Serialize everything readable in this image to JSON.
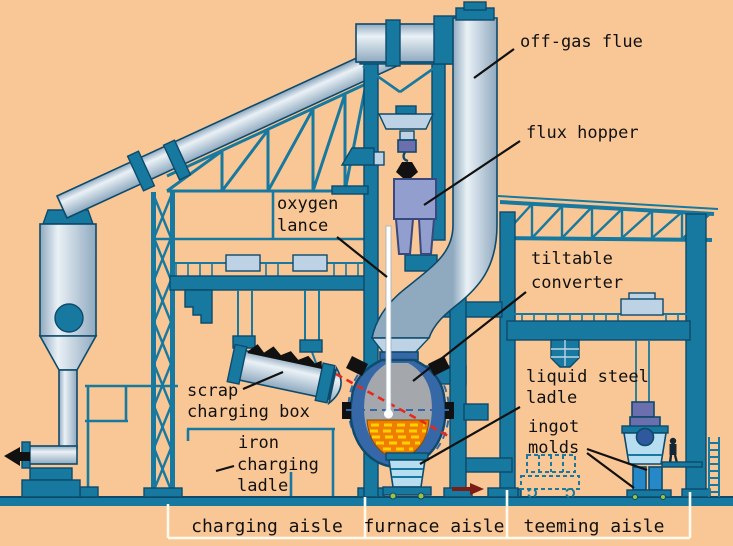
{
  "labels": {
    "off_gas_flue": "off-gas flue",
    "flux_hopper": "flux hopper",
    "oxygen_lance": [
      "oxygen",
      "lance"
    ],
    "tiltable_converter": [
      "tiltable",
      "converter"
    ],
    "scrap_charging_box": [
      "scrap",
      "charging box"
    ],
    "iron_charging_ladle": [
      "iron",
      "charging",
      "ladle"
    ],
    "liquid_steel_ladle": [
      "liquid steel",
      "ladle"
    ],
    "ingot_molds": [
      "ingot",
      "molds"
    ]
  },
  "aisles": [
    {
      "label": "charging aisle"
    },
    {
      "label": "furnace aisle"
    },
    {
      "label": "teeming aisle"
    }
  ],
  "palette": {
    "bg": "#f9c795",
    "teal": "#1779a0",
    "outline": "#0d4a6b",
    "duct_light": "#eaf1f6",
    "duct_mid": "#c3d4e2",
    "duct_dark": "#8fa9bf",
    "panel": "#bdd2e4",
    "hopper": "#929fce",
    "hopper_edge": "#39497e",
    "hoist": "#6b6fae",
    "shell_blue": "#3668a8",
    "refractory": "#a4a8ac",
    "molten_orange": "#ef7d00",
    "molten_yellow": "#ffd100",
    "axis_red": "#e8281c",
    "flow_arrow": "#7c1d15",
    "ink": "#111111",
    "bracket": "#fdfaef",
    "ladle_blue": "#b6ddf0",
    "mold_blue": "#2788c8",
    "yoke_blue": "#30589c",
    "wheel": "#9ec43c",
    "lance": "#ffffff"
  }
}
